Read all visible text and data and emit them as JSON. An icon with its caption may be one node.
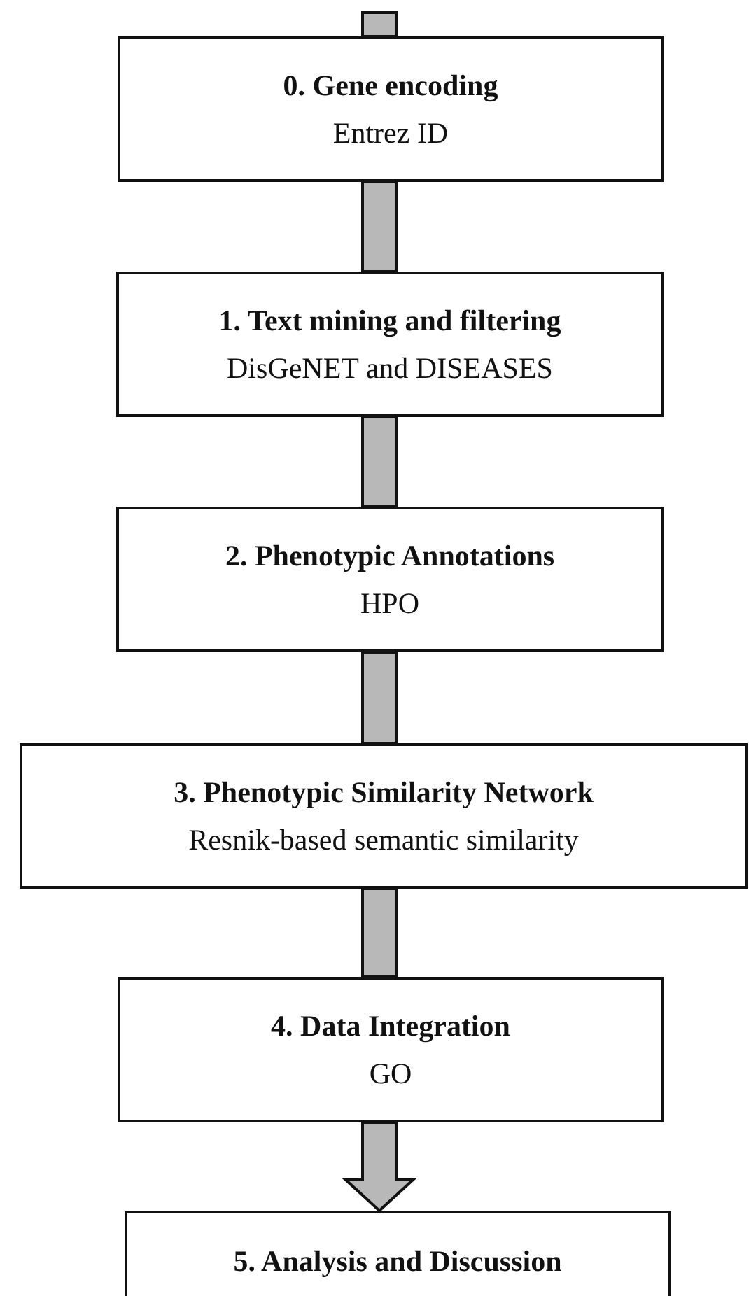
{
  "diagram": {
    "nodes": [
      {
        "text": [
          "0. Gene encoding",
          "Entrez ID"
        ]
      },
      {
        "text": [
          "1. Text mining and filtering",
          "DisGeNET and DISEASES"
        ]
      },
      {
        "text": [
          "2. Phenotypic Annotations",
          "HPO"
        ]
      },
      {
        "text": [
          "3. Phenotypic Similarity Network",
          "Resnik-based semantic similarity"
        ]
      },
      {
        "text": [
          "4. Data Integration",
          "GO"
        ]
      },
      {
        "text": [
          "5. Analysis and Discussion"
        ]
      }
    ],
    "edges": [
      {
        "from": null,
        "to": 0,
        "arrow": "none"
      },
      {
        "from": 0,
        "to": 1,
        "arrow": "none"
      },
      {
        "from": 1,
        "to": 2,
        "arrow": "none"
      },
      {
        "from": 2,
        "to": 3,
        "arrow": "none"
      },
      {
        "from": 3,
        "to": 4,
        "arrow": "none"
      },
      {
        "from": 4,
        "to": 5,
        "arrow": "to"
      }
    ]
  }
}
